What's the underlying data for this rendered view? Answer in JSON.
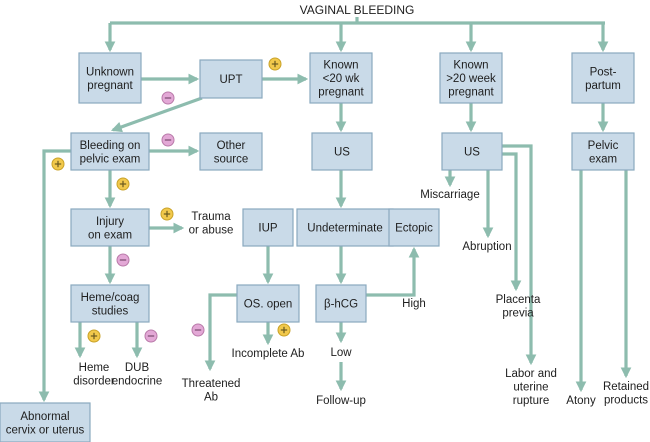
{
  "title": "VAGINAL BLEEDING",
  "colors": {
    "box_fill": "#c9dae8",
    "box_stroke": "#8aa9bf",
    "arrow": "#8dbcae",
    "positive_badge": "#f2c94c",
    "negative_badge": "#e3a8d6"
  },
  "nodes": {
    "unknown_pregnant": [
      "Unknown",
      "pregnant"
    ],
    "upt": [
      "UPT"
    ],
    "known_lt20": [
      "Known",
      "<20 wk",
      "pregnant"
    ],
    "known_gt20": [
      "Known",
      ">20 week",
      "pregnant"
    ],
    "postpartum": [
      "Post-",
      "partum"
    ],
    "bleeding_pelvic": [
      "Bleeding on",
      "pelvic exam"
    ],
    "other_source": [
      "Other",
      "source"
    ],
    "us_mid": [
      "US"
    ],
    "us_right": [
      "US"
    ],
    "pelvic_exam": [
      "Pelvic",
      "exam"
    ],
    "injury_exam": [
      "Injury",
      "on exam"
    ],
    "iup": [
      "IUP"
    ],
    "undeterminate": [
      "Undeterminate"
    ],
    "ectopic": [
      "Ectopic"
    ],
    "heme_coag": [
      "Heme/coag",
      "studies"
    ],
    "os_open": [
      "OS. open"
    ],
    "bhcg": [
      "β-hCG"
    ],
    "abnormal_cervix": [
      "Abnormal",
      "cervix or uterus"
    ]
  },
  "outcomes": {
    "trauma": [
      "Trauma",
      "or abuse"
    ],
    "heme_disorder": [
      "Heme",
      "disorder"
    ],
    "dub": [
      "DUB",
      "endocrine"
    ],
    "threatened_ab": [
      "Threatened",
      "Ab"
    ],
    "incomplete_ab": [
      "Incomplete Ab"
    ],
    "low": [
      "Low"
    ],
    "high": [
      "High"
    ],
    "follow_up": [
      "Follow-up"
    ],
    "miscarriage": [
      "Miscarriage"
    ],
    "abruption": [
      "Abruption"
    ],
    "placenta_previa": [
      "Placenta",
      "previa"
    ],
    "labor_rupture": [
      "Labor and",
      "uterine",
      "rupture"
    ],
    "atony": [
      "Atony"
    ],
    "retained_products": [
      "Retained",
      "products"
    ]
  },
  "badges": {
    "upt_positive": "+",
    "upt_negative": "−",
    "bleeding_negative": "−",
    "bleeding_positive_left": "+",
    "bleeding_positive_down": "+",
    "injury_positive": "+",
    "injury_negative": "−",
    "heme_positive": "+",
    "heme_negative": "−",
    "os_negative": "−",
    "os_positive": "+"
  }
}
